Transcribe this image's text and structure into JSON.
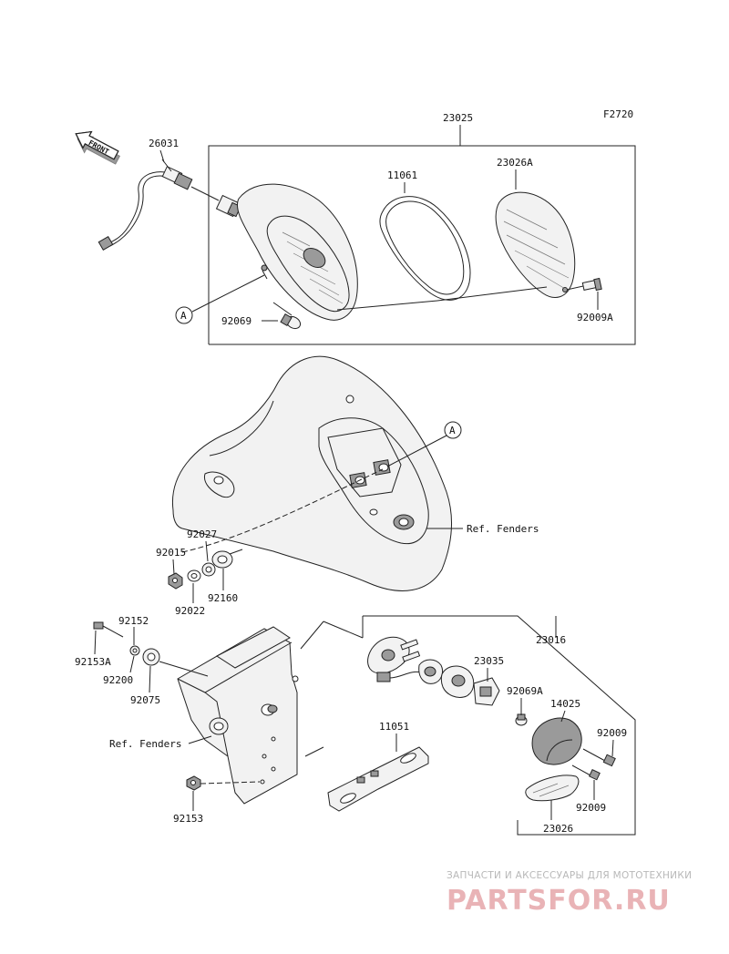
{
  "figure_code": "F2720",
  "front_label": "FRONT",
  "callout_letter": "A",
  "parts": {
    "p26031": "26031",
    "p23025": "23025",
    "p11061": "11061",
    "p23026A": "23026A",
    "p92069": "92069",
    "p92009A": "92009A",
    "p92027": "92027",
    "p92015": "92015",
    "p92022": "92022",
    "p92160": "92160",
    "p92152": "92152",
    "p92153A": "92153A",
    "p92200": "92200",
    "p92075": "92075",
    "p23016": "23016",
    "p23035": "23035",
    "p92069A": "92069A",
    "p14025": "14025",
    "p92009_top": "92009",
    "p92009_bottom": "92009",
    "p23026": "23026",
    "p11051": "11051",
    "p92153": "92153"
  },
  "ref_labels": {
    "fenders_upper": "Ref. Fenders",
    "fenders_lower": "Ref. Fenders"
  },
  "watermark": {
    "subtitle": "ЗАПЧАСТИ И АКСЕССУАРЫ ДЛЯ МОТОТЕХНИКИ",
    "brand": "PARTSFOR.RU"
  }
}
